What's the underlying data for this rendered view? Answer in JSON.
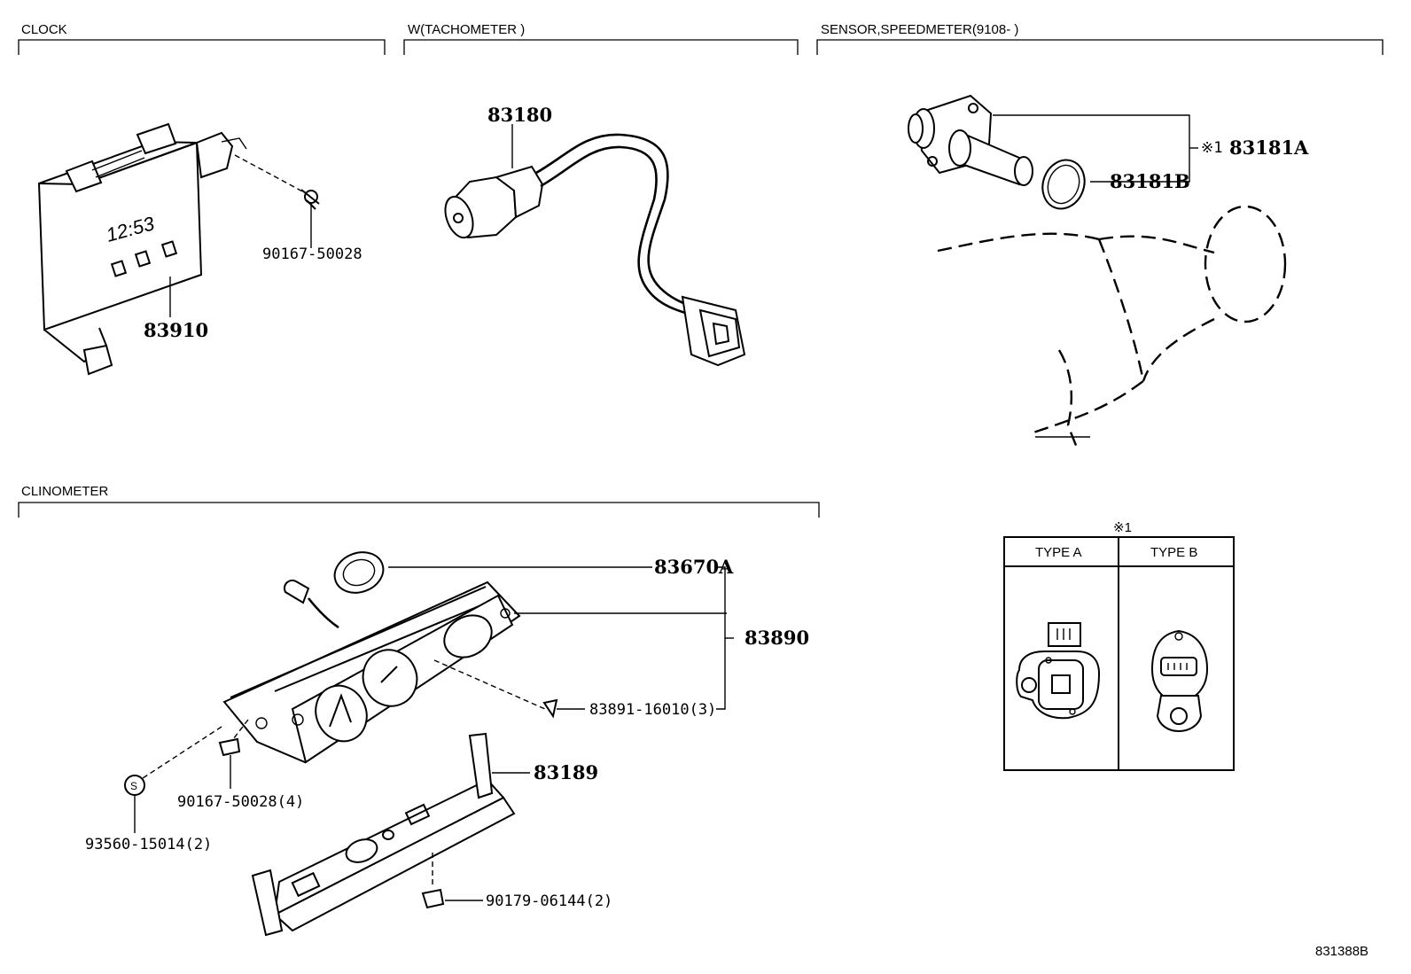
{
  "sections": {
    "clock": "CLOCK",
    "tachometer": "W(TACHOMETER )",
    "sensor": "SENSOR,SPEEDMETER(9108-        )",
    "clinometer": "CLINOMETER"
  },
  "parts": {
    "p83910": "83910",
    "p90167_clock": "90167-50028",
    "p83180": "83180",
    "p83181A": "83181A",
    "p83181A_mark": "※1",
    "p83181B": "83181B",
    "p83670A": "83670A",
    "p83890": "83890",
    "p83891": "83891-16010(3)",
    "p83189": "83189",
    "p90167_clino": "90167-50028(4)",
    "p93560": "93560-15014(2)",
    "p90179": "90179-06144(2)",
    "s_marker": "S"
  },
  "type_table": {
    "note": "※1",
    "type_a": "TYPE A",
    "type_b": "TYPE B"
  },
  "clock_display": "12:53",
  "diagram_id": "831388B"
}
